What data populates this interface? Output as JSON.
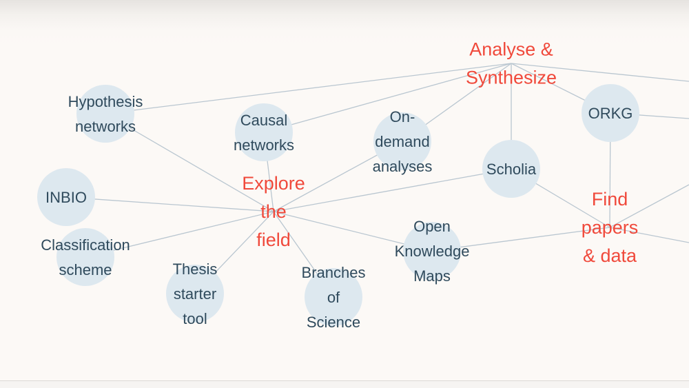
{
  "colors": {
    "hub_text": "#f0493b",
    "tool_text": "#2f4a5c",
    "bubble": "#dde8ef",
    "edge": "#b9c6d0",
    "background": "#fcf9f6"
  },
  "hubs": [
    {
      "id": "analyse",
      "lines": [
        "Analyse &",
        "Synthesize"
      ]
    },
    {
      "id": "explore",
      "lines": [
        "Explore",
        "the",
        "field"
      ]
    },
    {
      "id": "find",
      "lines": [
        "Find",
        "papers",
        "& data"
      ]
    }
  ],
  "tools": [
    {
      "id": "hypothesis-networks",
      "lines": [
        "Hypothesis",
        "networks"
      ]
    },
    {
      "id": "causal-networks",
      "lines": [
        "Causal",
        "networks"
      ]
    },
    {
      "id": "on-demand-analyses",
      "lines": [
        "On-",
        "demand",
        "analyses"
      ]
    },
    {
      "id": "orkg",
      "lines": [
        "ORKG"
      ]
    },
    {
      "id": "scholia",
      "lines": [
        "Scholia"
      ]
    },
    {
      "id": "inbio",
      "lines": [
        "INBIO"
      ]
    },
    {
      "id": "classification-scheme",
      "lines": [
        "Classification",
        "scheme"
      ]
    },
    {
      "id": "thesis-starter-tool",
      "lines": [
        "Thesis",
        "starter",
        "tool"
      ]
    },
    {
      "id": "branches-of-science",
      "lines": [
        "Branches",
        "of",
        "Science"
      ]
    },
    {
      "id": "open-knowledge-maps",
      "lines": [
        "Open",
        "Knowledge",
        "Maps"
      ]
    }
  ],
  "edges": [
    [
      "analyse",
      "hypothesis-networks"
    ],
    [
      "analyse",
      "causal-networks"
    ],
    [
      "analyse",
      "on-demand-analyses"
    ],
    [
      "analyse",
      "scholia"
    ],
    [
      "analyse",
      "orkg"
    ],
    [
      "analyse",
      "offscreen-right-1"
    ],
    [
      "explore",
      "hypothesis-networks"
    ],
    [
      "explore",
      "causal-networks"
    ],
    [
      "explore",
      "on-demand-analyses"
    ],
    [
      "explore",
      "scholia"
    ],
    [
      "explore",
      "inbio"
    ],
    [
      "explore",
      "classification-scheme"
    ],
    [
      "explore",
      "thesis-starter-tool"
    ],
    [
      "explore",
      "branches-of-science"
    ],
    [
      "explore",
      "open-knowledge-maps"
    ],
    [
      "find",
      "orkg"
    ],
    [
      "find",
      "scholia"
    ],
    [
      "find",
      "open-knowledge-maps"
    ],
    [
      "find",
      "offscreen-right-2"
    ],
    [
      "find",
      "offscreen-right-3"
    ],
    [
      "orkg",
      "offscreen-right-4"
    ]
  ]
}
